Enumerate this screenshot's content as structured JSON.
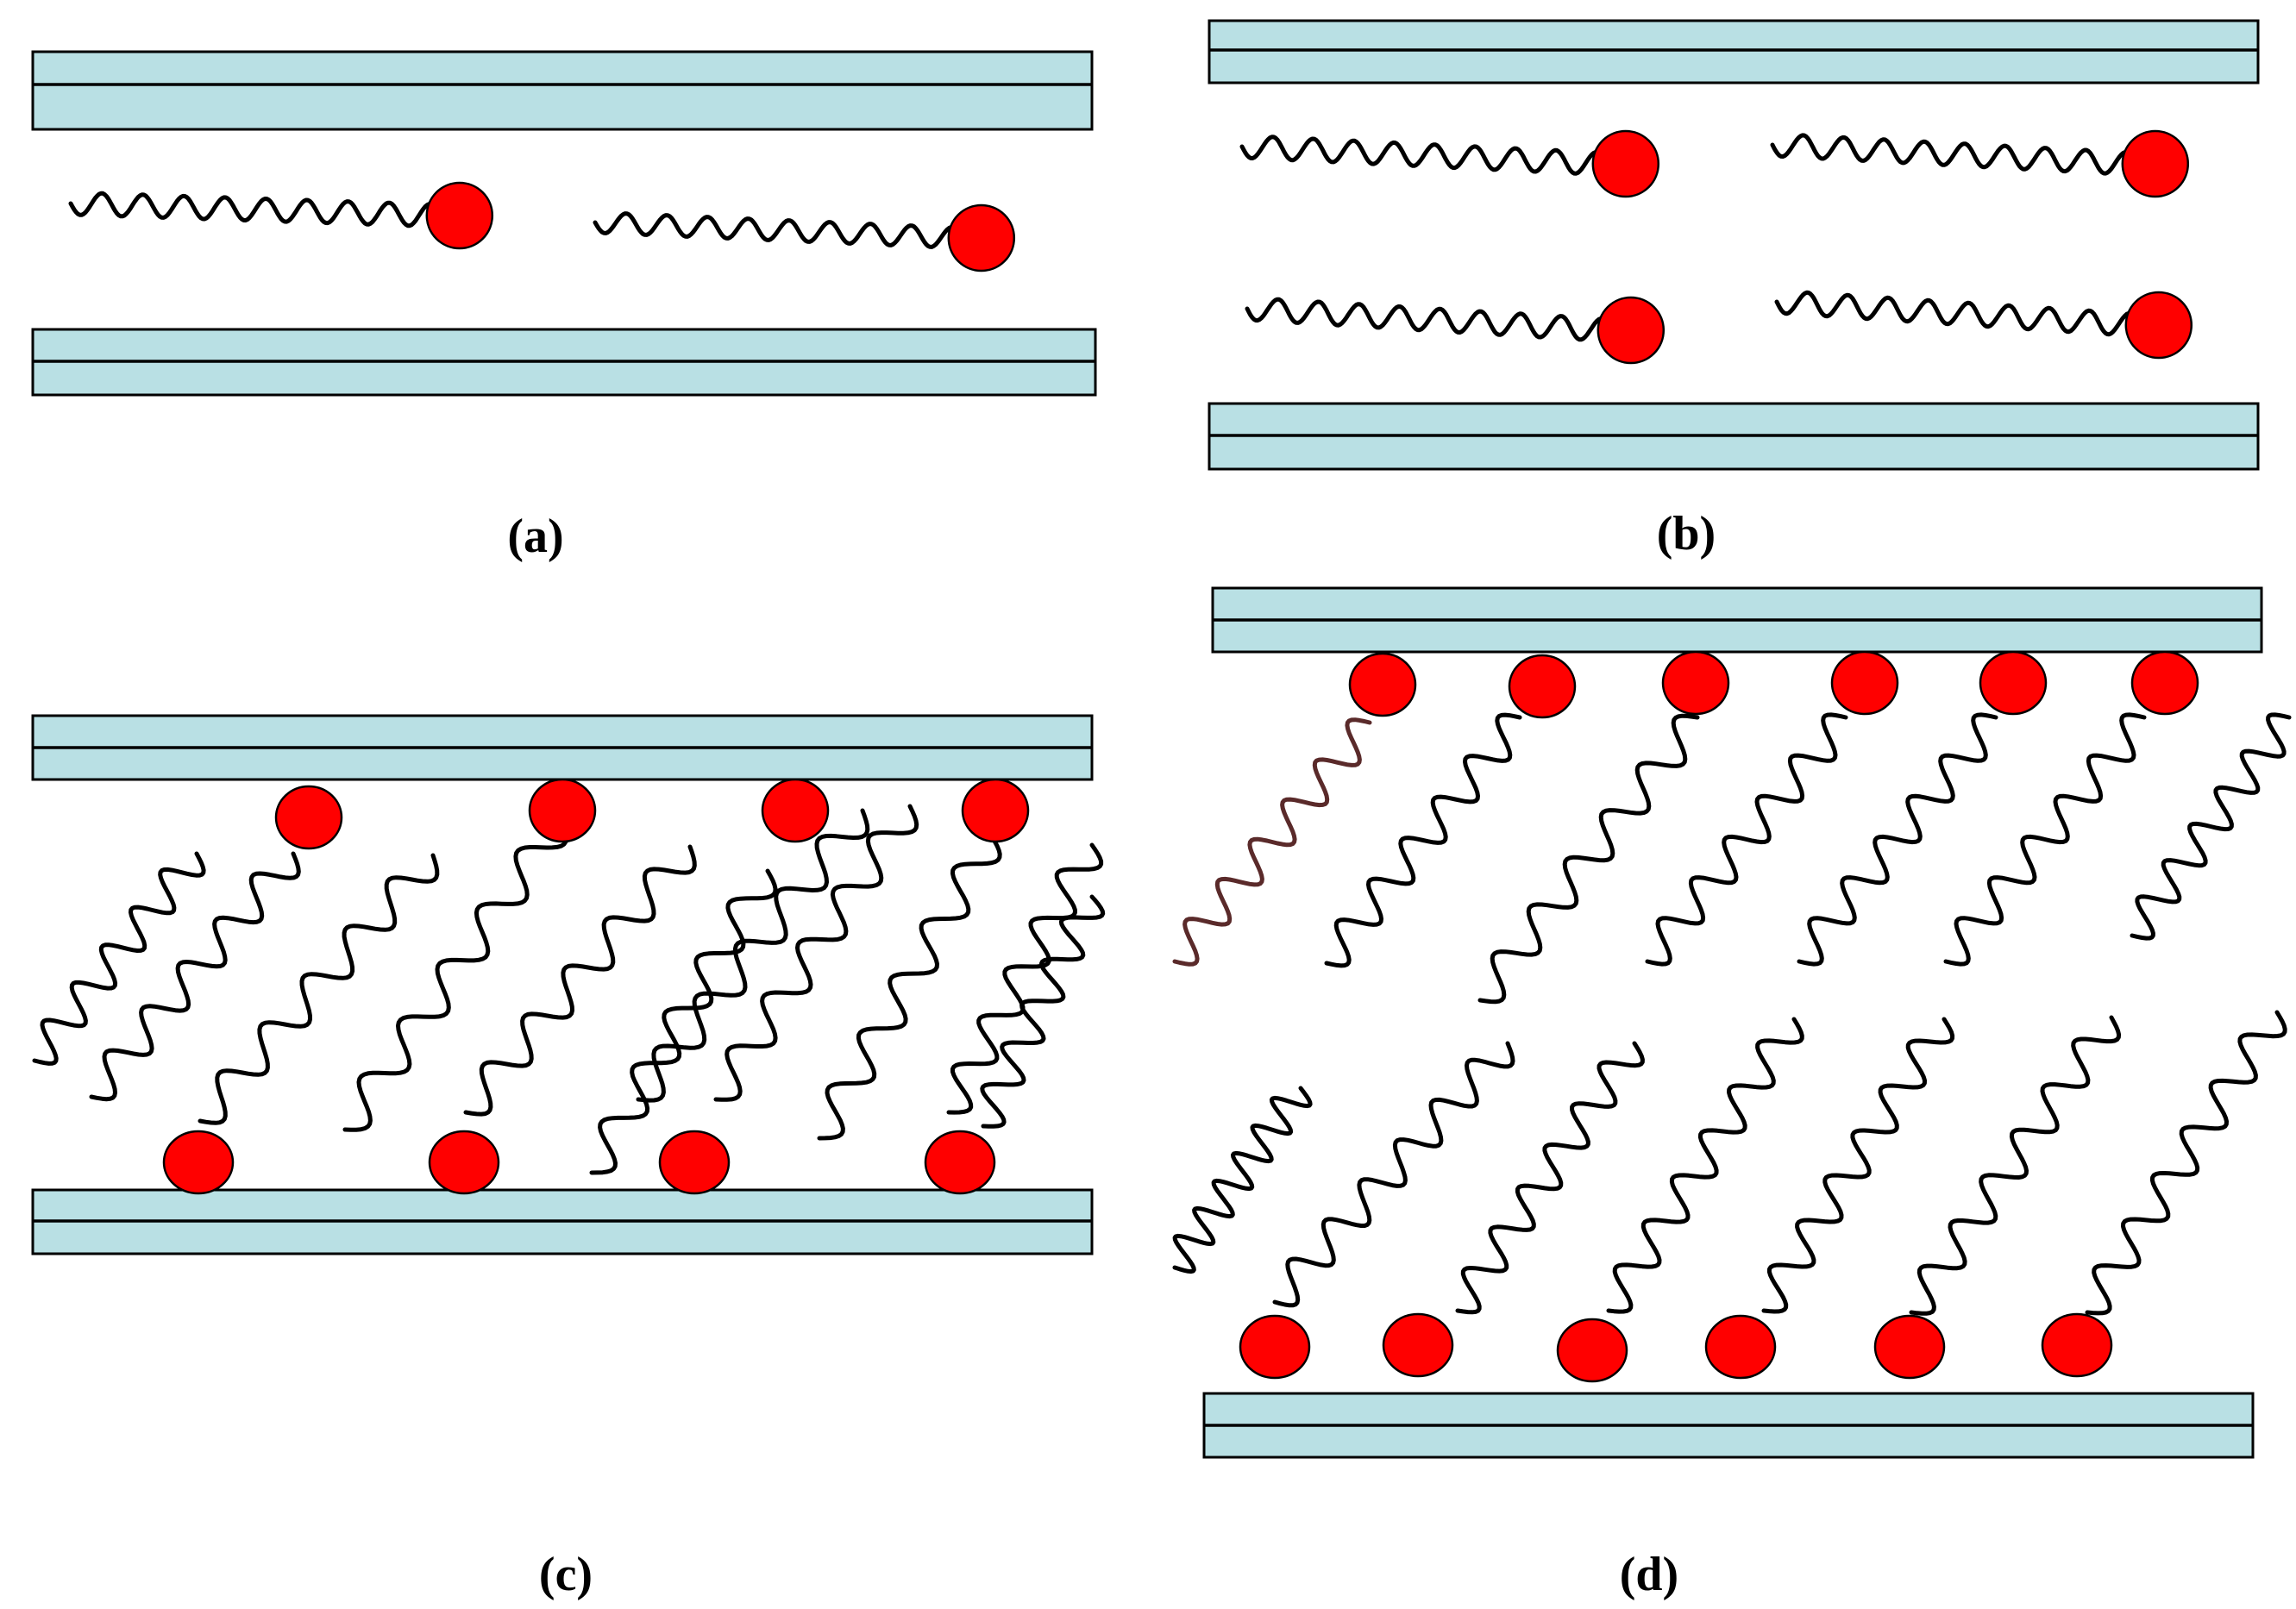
{
  "figure": {
    "colors": {
      "sheet_fill": "#b9e0e4",
      "head_fill": "#ff0000",
      "tail_stroke": "#000000",
      "outline": "#000000"
    },
    "panels": [
      {
        "id": "a",
        "label": "(a)"
      },
      {
        "id": "b",
        "label": "(b)"
      },
      {
        "id": "c",
        "label": "(c)"
      },
      {
        "id": "d",
        "label": "(d)"
      }
    ]
  }
}
